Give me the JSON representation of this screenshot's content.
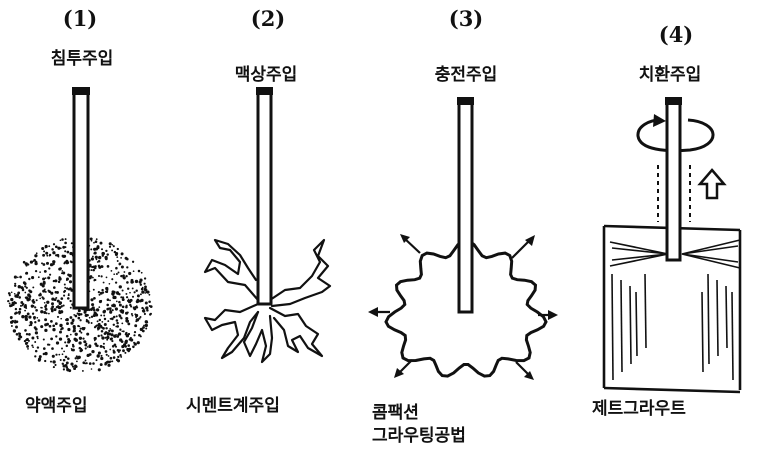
{
  "panels": [
    {
      "number": "(1)",
      "title": "침투주입",
      "caption": "약액주입"
    },
    {
      "number": "(2)",
      "title": "맥상주입",
      "caption": "시멘트계주입"
    },
    {
      "number": "(3)",
      "title": "충전주입",
      "caption_line1": "콤팩션",
      "caption_line2": "그라우팅공법"
    },
    {
      "number": "(4)",
      "title": "치환주입",
      "caption": "제트그라우트"
    }
  ],
  "colors": {
    "ink": "#111111",
    "background": "#ffffff"
  }
}
